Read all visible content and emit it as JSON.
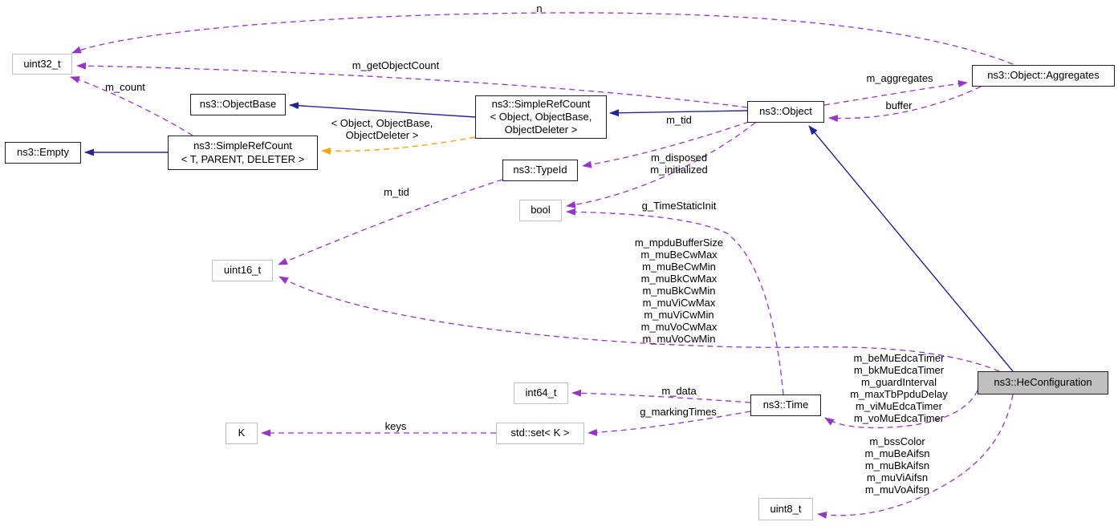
{
  "diagram": {
    "kind": "collaboration-graph",
    "current_class": "ns3::HeConfiguration"
  },
  "colors": {
    "usage_edge": "#9a32cd",
    "inheritance_edge": "#24249b",
    "template_edge": "#ffa500",
    "node_border": "#1f1f1f",
    "external_node_border": "#c0c0c0",
    "current_node_fill": "#bfbfbf",
    "background": "#ffffff"
  },
  "nodes": {
    "uint32": {
      "label": "uint32_t"
    },
    "empty": {
      "label": "ns3::Empty"
    },
    "object_base": {
      "label": "ns3::ObjectBase"
    },
    "simple_ref_count_generic": {
      "label": [
        "ns3::SimpleRefCount",
        "< T, PARENT, DELETER >"
      ]
    },
    "simple_ref_count_object": {
      "label": [
        "ns3::SimpleRefCount",
        "< Object, ObjectBase,",
        "ObjectDeleter >"
      ]
    },
    "type_id": {
      "label": "ns3::TypeId"
    },
    "bool": {
      "label": "bool"
    },
    "uint16": {
      "label": "uint16_t"
    },
    "object": {
      "label": "ns3::Object"
    },
    "aggregates": {
      "label": "ns3::Object::Aggregates"
    },
    "int64": {
      "label": "int64_t"
    },
    "k": {
      "label": "K"
    },
    "std_set": {
      "label": "std::set< K >"
    },
    "time": {
      "label": "ns3::Time"
    },
    "he_configuration": {
      "label": "ns3::HeConfiguration"
    },
    "uint8": {
      "label": "uint8_t"
    }
  },
  "edge_labels": {
    "n": "n",
    "m_get_object_count": "m_getObjectCount",
    "m_count": "m_count",
    "template_args": [
      "< Object, ObjectBase,",
      "ObjectDeleter >"
    ],
    "m_tid_object": "m_tid",
    "m_tid_uint16": "m_tid",
    "m_aggregates": "m_aggregates",
    "buffer": "buffer",
    "m_disposed": [
      "m_disposed",
      "m_initialized"
    ],
    "g_time_static_init": "g_TimeStaticInit",
    "uint16_members": [
      "m_mpduBufferSize",
      "m_muBeCwMax",
      "m_muBeCwMin",
      "m_muBkCwMax",
      "m_muBkCwMin",
      "m_muViCwMax",
      "m_muViCwMin",
      "m_muVoCwMax",
      "m_muVoCwMin"
    ],
    "time_members": [
      "m_beMuEdcaTimer",
      "m_bkMuEdcaTimer",
      "m_guardInterval",
      "m_maxTbPpduDelay",
      "m_viMuEdcaTimer",
      "m_voMuEdcaTimer"
    ],
    "m_data": "m_data",
    "g_marking_times": "g_markingTimes",
    "keys": "keys",
    "uint8_members": [
      "m_bssColor",
      "m_muBeAifsn",
      "m_muBkAifsn",
      "m_muViAifsn",
      "m_muVoAifsn"
    ]
  }
}
